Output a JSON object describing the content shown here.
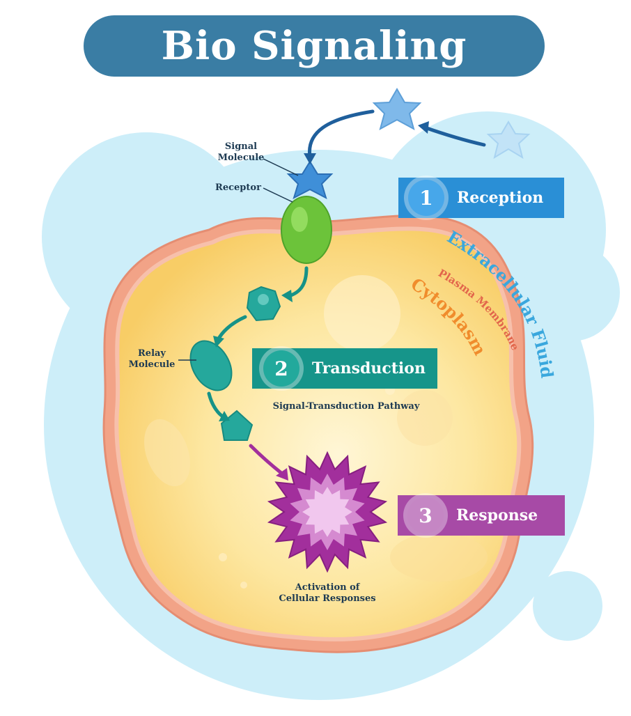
{
  "title": "Bio Signaling",
  "steps": [
    {
      "number": "1",
      "label": "Reception",
      "color": "#2a8fd6"
    },
    {
      "number": "2",
      "label": "Transduction",
      "color": "#16958a"
    },
    {
      "number": "3",
      "label": "Response",
      "color": "#a74aa6"
    }
  ],
  "labels": {
    "signal_molecule": [
      "Signal",
      "Molecule"
    ],
    "receptor": "Receptor",
    "relay_molecule": [
      "Relay",
      "Molecule"
    ],
    "pathway": "Signal-Transduction Pathway",
    "activation": [
      "Activation of",
      "Cellular Responses"
    ],
    "extracellular_fluid": "Extracellular Fluid",
    "plasma_membrane": "Plasma Membrane",
    "cytoplasm": "Cytoplasm"
  },
  "colors": {
    "title_bg": "#3a7da4",
    "fluid": "#cdeef9",
    "membrane": "#f2a387",
    "cytoplasm": "#fbd77a",
    "relay": "#25a89c",
    "receptor": "#6cc33a",
    "signal": "#3f8fd8",
    "response": "#a22f9c"
  }
}
